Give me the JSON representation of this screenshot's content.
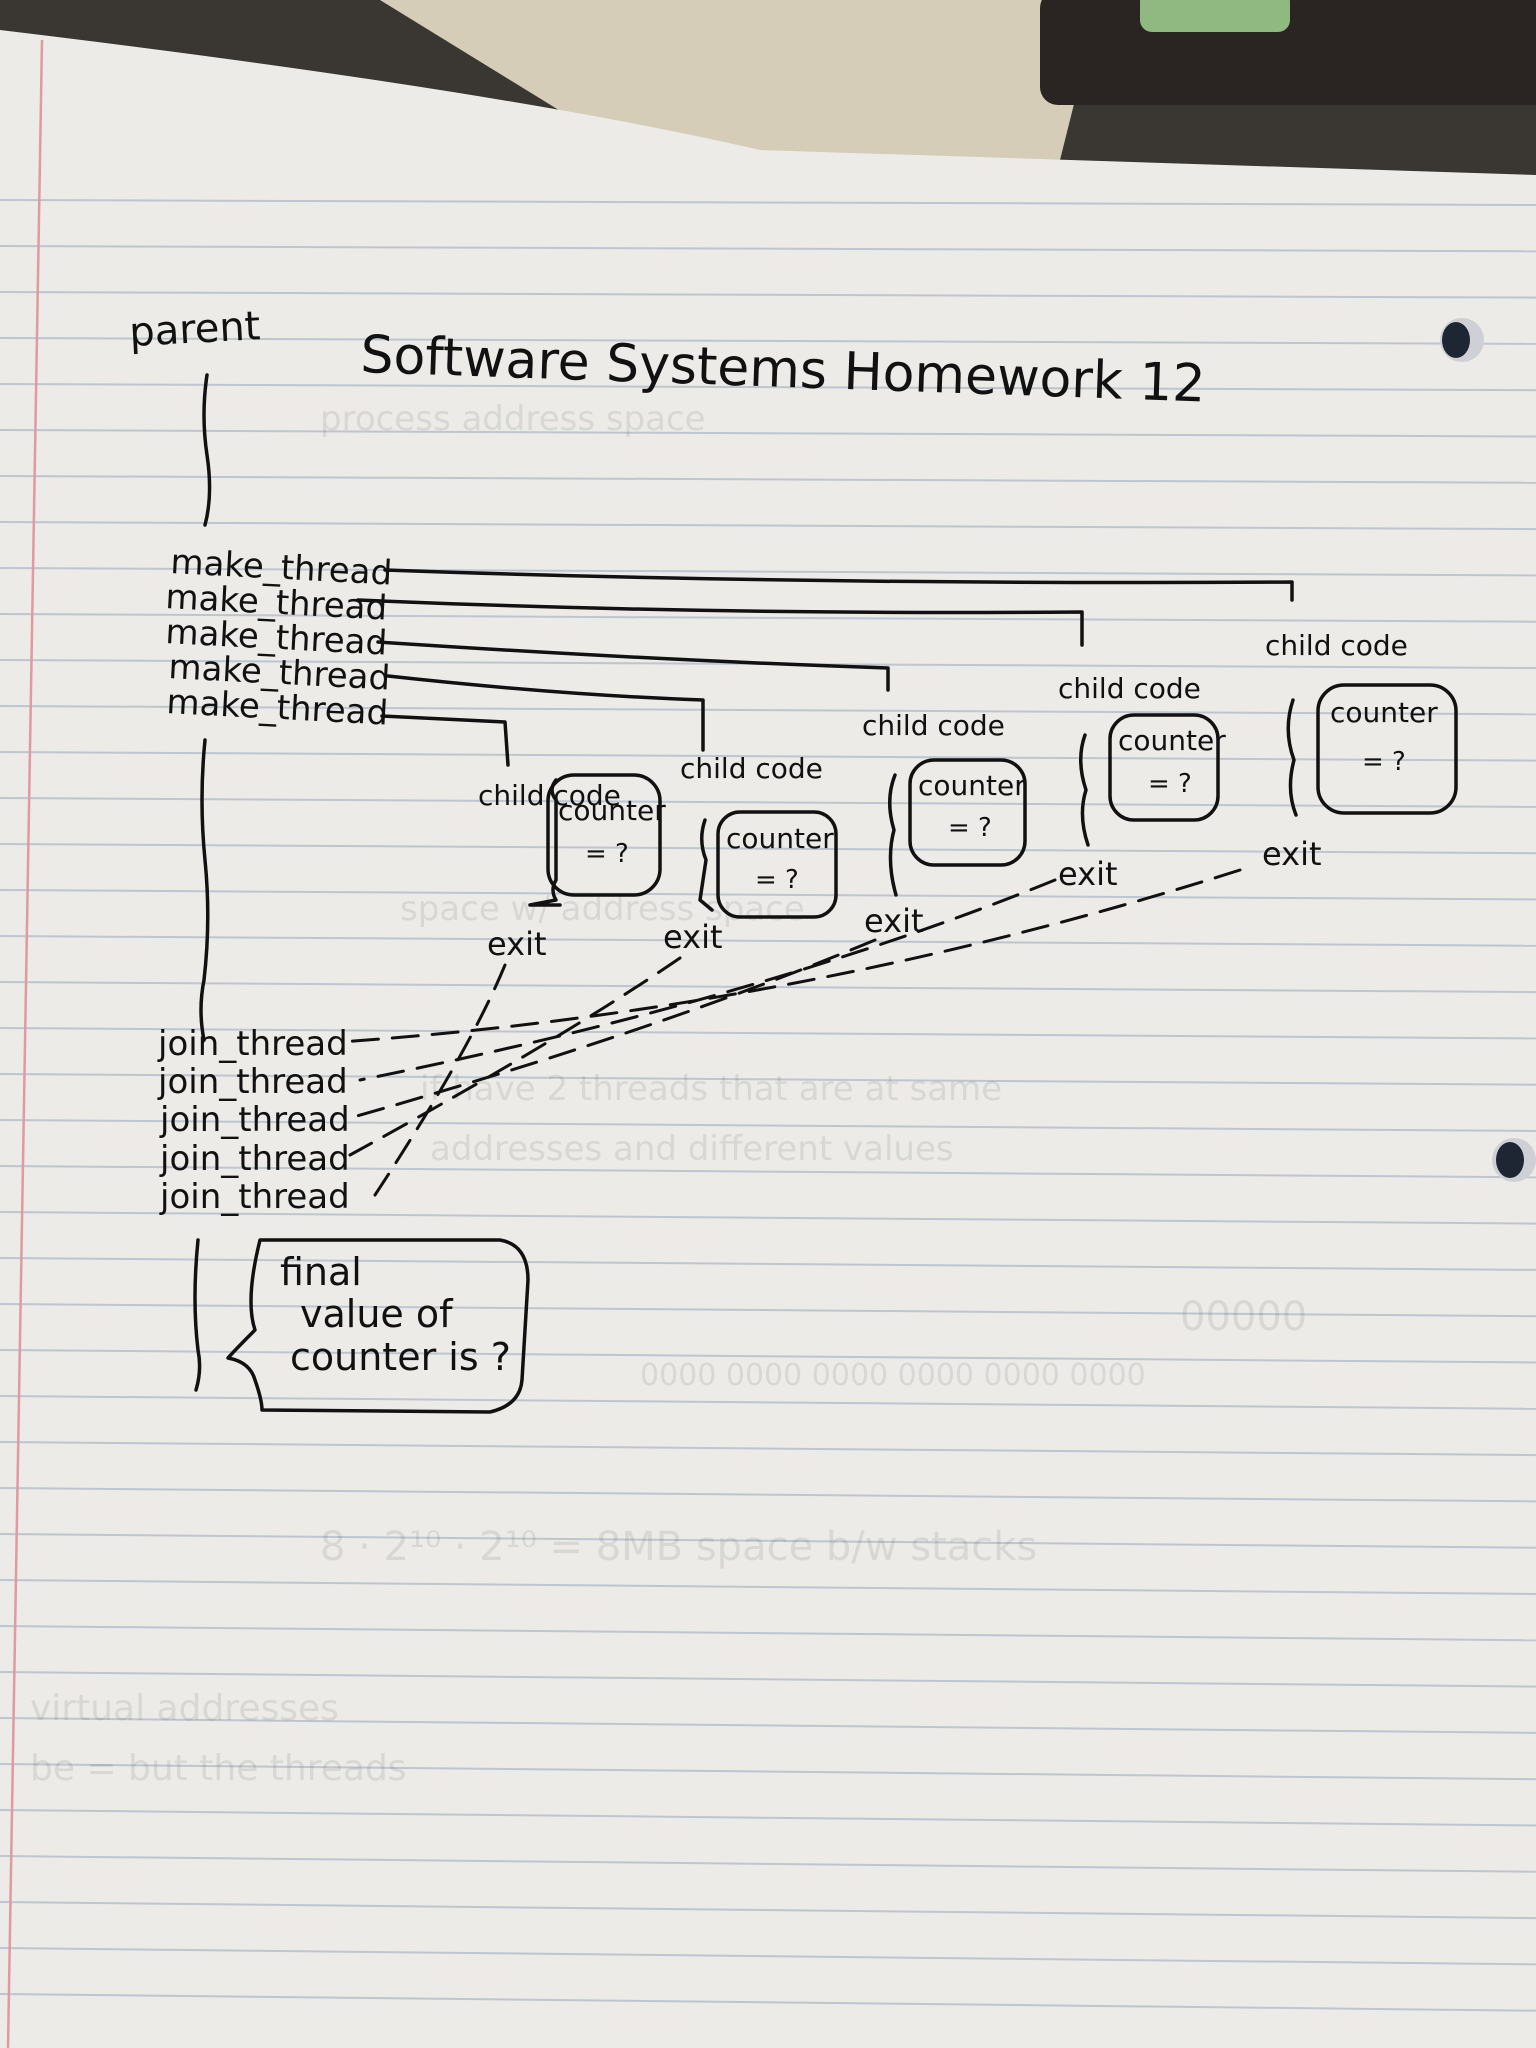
{
  "title": "Software Systems Homework 12",
  "parent_label": "parent",
  "make_thread_label": "make_thread",
  "join_thread_label": "join_thread",
  "child_code_label": "child code",
  "counter_label": "counter",
  "counter_value": "= ?",
  "exit_label": "exit",
  "final_note": {
    "line1": "final",
    "line2": "value of",
    "line3": "counter is ?"
  },
  "make_thread_calls": [
    "make_thread",
    "make_thread",
    "make_thread",
    "make_thread",
    "make_thread"
  ],
  "join_thread_calls": [
    "join_thread",
    "join_thread",
    "join_thread",
    "join_thread",
    "join_thread"
  ],
  "children": [
    {
      "child_code": "child code",
      "counter": "counter",
      "value": "= ?",
      "exit": "exit"
    },
    {
      "child_code": "child code",
      "counter": "counter",
      "value": "= ?",
      "exit": "exit"
    },
    {
      "child_code": "child code",
      "counter": "counter",
      "value": "= ?",
      "exit": "exit"
    },
    {
      "child_code": "child code",
      "counter": "counter",
      "value": "= ?",
      "exit": "exit"
    },
    {
      "child_code": "child code",
      "counter": "counter",
      "value": "= ?",
      "exit": "exit"
    }
  ],
  "colors": {
    "paper": "#ecebe7",
    "rule_line": "#a9b6c8",
    "margin_line": "#e09aa0",
    "ink": "#111111",
    "desk": "#3a3632"
  }
}
